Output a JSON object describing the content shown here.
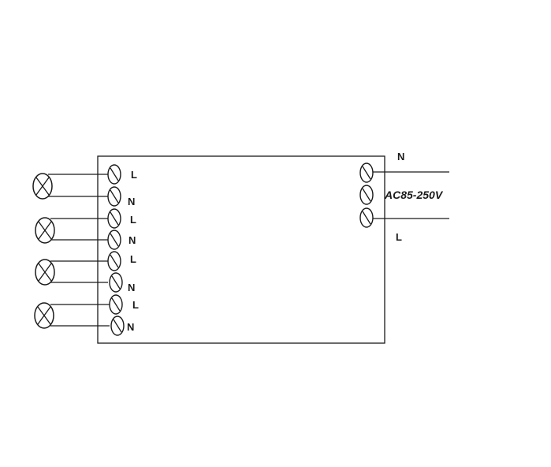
{
  "outputs": [
    {
      "live_label": "L",
      "neutral_label": "N"
    },
    {
      "live_label": "L",
      "neutral_label": "N"
    },
    {
      "live_label": "L",
      "neutral_label": "N"
    },
    {
      "live_label": "L",
      "neutral_label": "N"
    }
  ],
  "input": {
    "neutral_label": "N",
    "live_label": "L",
    "voltage_label": "AC85-250V"
  }
}
